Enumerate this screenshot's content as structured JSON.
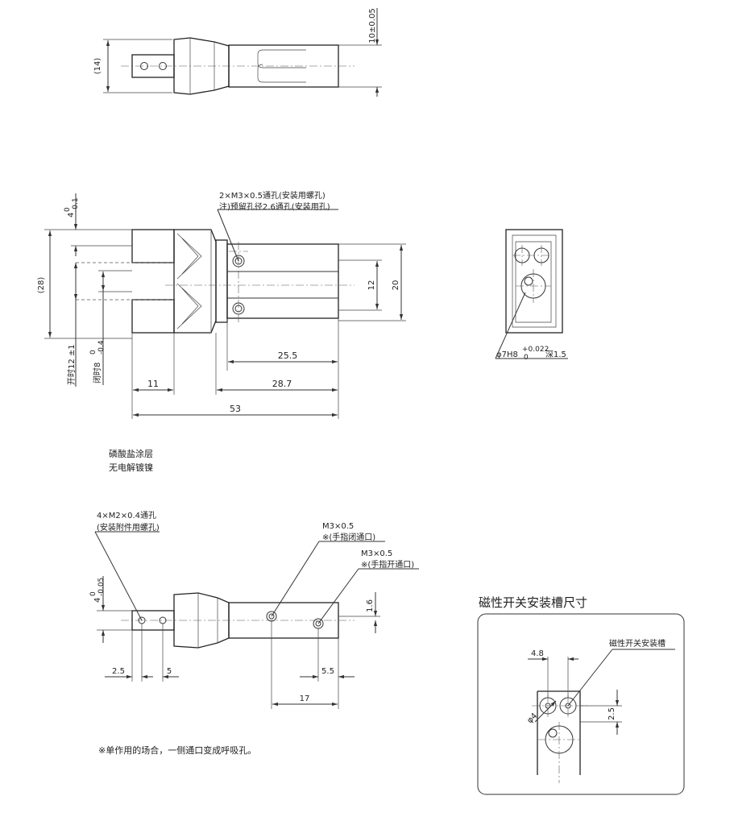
{
  "view_top": {
    "dim_height": "(14)",
    "dim_finger": "10±0.05"
  },
  "view_main": {
    "dim_height_total": "(28)",
    "dim_open_offset": "4",
    "dim_open_offset_tol_upper": "0",
    "dim_open_offset_tol_lower": "-0.1",
    "dim_open": "开时12 ±1",
    "dim_closed": "闭时8",
    "dim_closed_tol_upper": "0",
    "dim_closed_tol_lower": "-0.4",
    "dim_11": "11",
    "dim_25_5": "25.5",
    "dim_28_7": "28.7",
    "dim_53": "53",
    "dim_12": "12",
    "dim_20": "20",
    "note_holes_line1": "2×M3×0.5通孔(安装用螺孔)",
    "note_holes_line2": "注)预留孔径2.6通孔(安装用孔)"
  },
  "view_side": {
    "dim_bore": "φ7H8",
    "dim_bore_tol_upper": "+0.022",
    "dim_bore_tol_lower": "0",
    "dim_bore_depth": "深1.5"
  },
  "finish_notes": [
    "磷酸盐涂层",
    "无电解镀镍"
  ],
  "view_bottom": {
    "note_m2_line1": "4×M2×0.4通孔",
    "note_m2_line2": "(安装附件用螺孔)",
    "note_port_close_line1": "M3×0.5",
    "note_port_close_line2": "※(手指闭通口)",
    "note_port_open_line1": "M3×0.5",
    "note_port_open_line2": "※(手指开通口)",
    "dim_4": "4",
    "dim_4_tol_upper": "0",
    "dim_4_tol_lower": "-0.05",
    "dim_1_6": "1.6",
    "dim_2_5": "2.5",
    "dim_5": "5",
    "dim_5_5": "5.5",
    "dim_17": "17"
  },
  "footnote": "※单作用的场合，一侧通口变成呼吸孔。",
  "switch_slot": {
    "title": "磁性开关安装槽尺寸",
    "label": "磁性开关安装槽",
    "dim_4_8": "4.8",
    "dim_phi4": "φ4",
    "dim_2_5": "2.5"
  }
}
